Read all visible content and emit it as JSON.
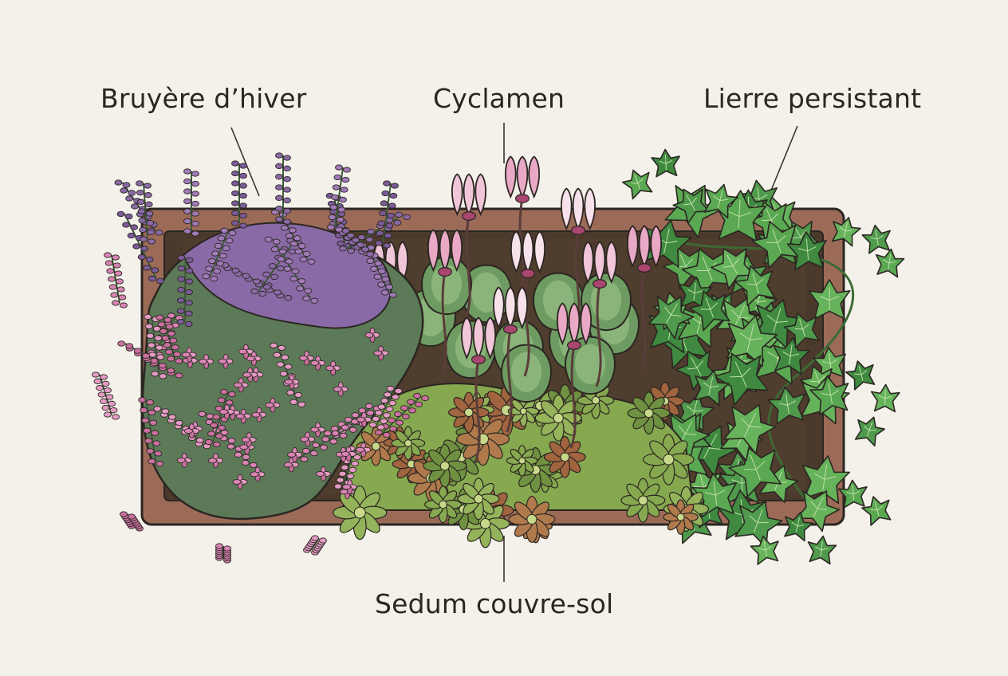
{
  "diagram": {
    "labels": {
      "heather": "Bruyère d’hiver",
      "cyclamen": "Cyclamen",
      "ivy": "Lierre persistant",
      "sedum": "Sedum couvre-sol"
    },
    "icons": [
      "planter-box",
      "heather-plant",
      "cyclamen-plant",
      "ivy-plant",
      "sedum-plant"
    ],
    "colors": {
      "background": "#f3f1ea",
      "planter": "#9c6b58",
      "soil": "#4b3a2c",
      "heather_purple": "#8a6aa6",
      "heather_pink": "#d884b4",
      "heather_foliage": "#5d7a58",
      "cyclamen_petal": "#f1c6d8",
      "cyclamen_leaf": "#6e9b61",
      "ivy_leaf": "#4f9a4c",
      "sedum_green": "#86a84f",
      "sedum_rust": "#a0643f",
      "outline": "#2b2622"
    }
  }
}
